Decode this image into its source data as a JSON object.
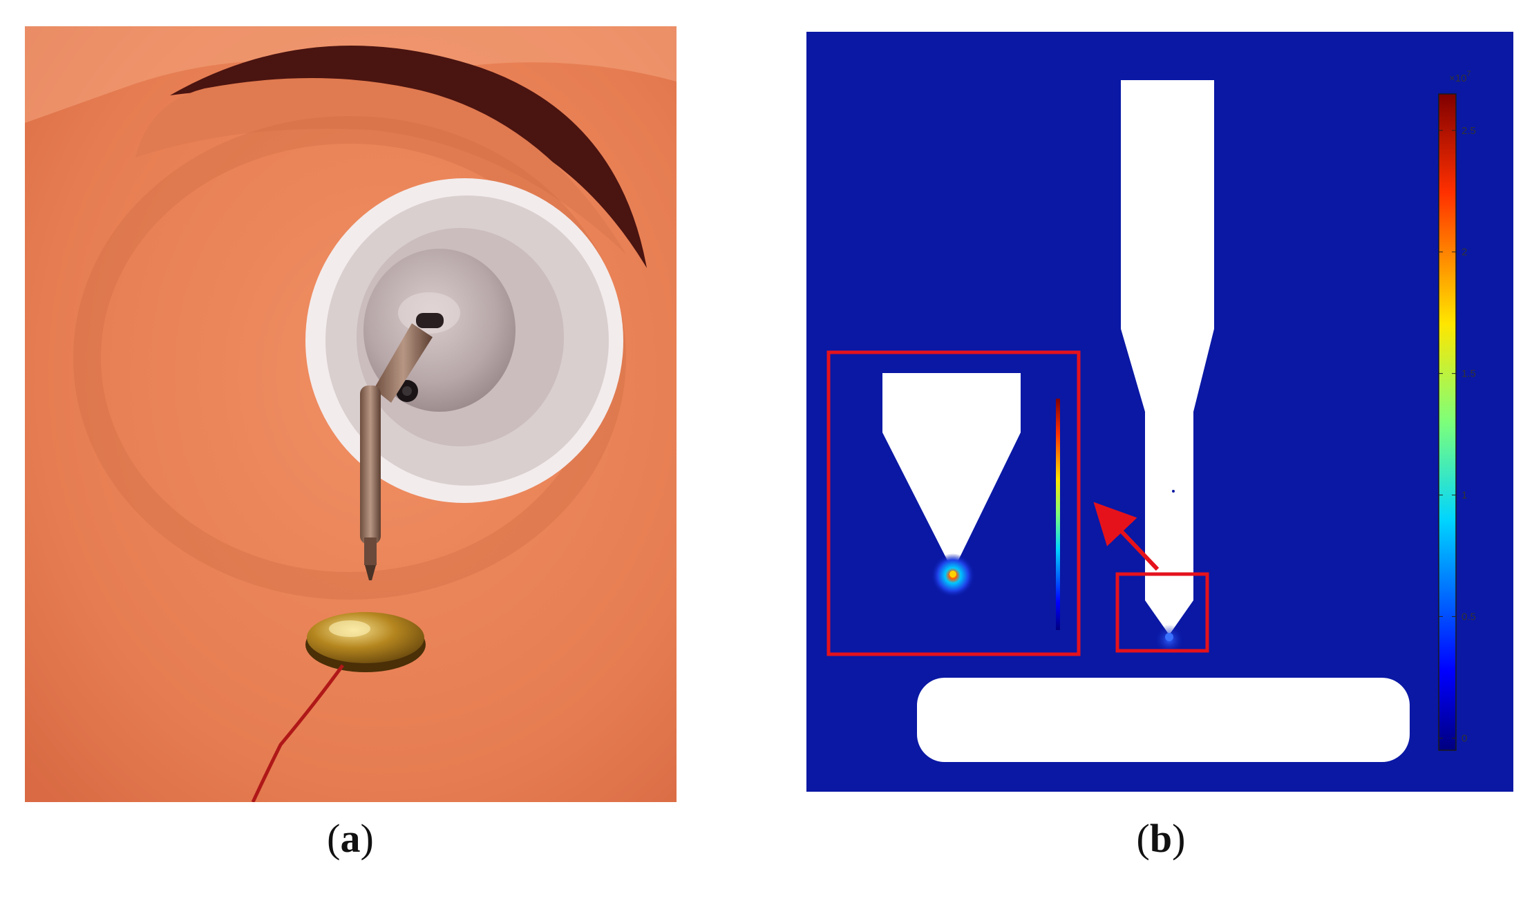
{
  "figure": {
    "panel_a": {
      "label_open": "(",
      "label_letter": "a",
      "label_close": ")",
      "colors": {
        "wall": "#e8835a",
        "cup": "#cfc7c7",
        "plate": "#b8891f",
        "wire": "#b01818"
      },
      "icons": [
        "needle-electrode-icon",
        "ground-plate-icon"
      ]
    },
    "panel_b": {
      "label_open": "(",
      "label_letter": "b",
      "label_close": ")",
      "colorbar": {
        "multiplier": "×10",
        "exponent": "7",
        "ticks": [
          "2.5",
          "2",
          "1.5",
          "1",
          "0.5",
          "0"
        ],
        "tick_values": [
          2.5,
          2.0,
          1.5,
          1.0,
          0.5,
          0.0
        ],
        "range": [
          -0.05,
          2.65
        ]
      },
      "colors": {
        "background": "#0a18a4",
        "geometry": "#ffffff",
        "highlight_box": "#e5121c"
      }
    }
  }
}
